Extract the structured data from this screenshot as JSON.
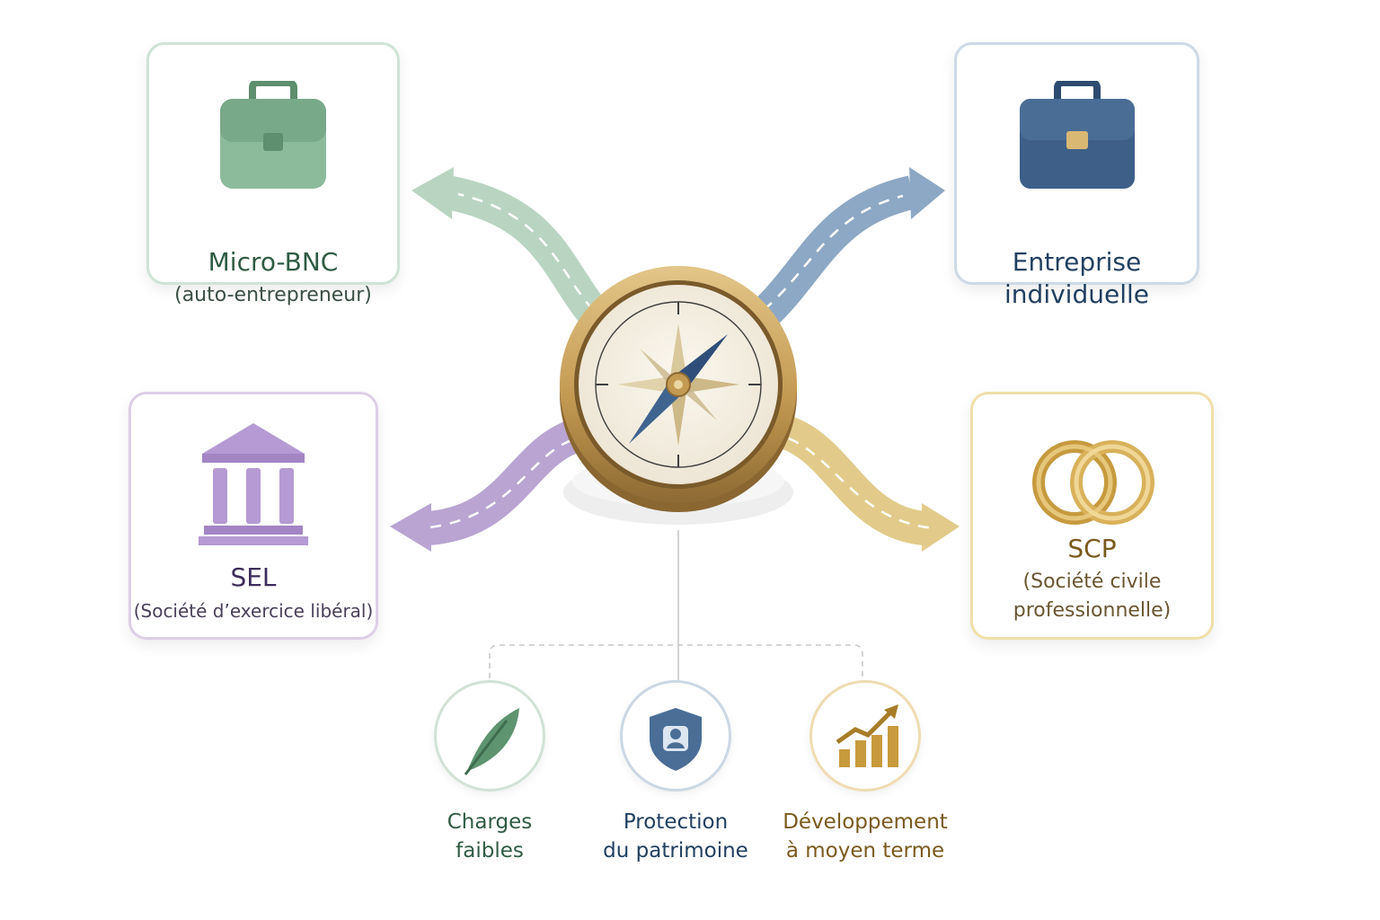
{
  "structures": {
    "micro_bnc": {
      "title": "Micro-BNC",
      "subtitle": "(auto-entrepreneur)",
      "color": "#7fae90",
      "icon": "briefcase-icon"
    },
    "entreprise_individuelle": {
      "title_line1": "Entreprise",
      "title_line2": "individuelle",
      "color": "#5b7fa6",
      "icon": "briefcase-icon"
    },
    "sel": {
      "title": "SEL",
      "subtitle": "(Société d’exercice libéral)",
      "color": "#a992c4",
      "icon": "bank-building-icon"
    },
    "scp": {
      "title": "SCP",
      "subtitle_line1": "(Société civile",
      "subtitle_line2": "professionnelle)",
      "color": "#d8b867",
      "icon": "linked-rings-icon"
    }
  },
  "criteria": [
    {
      "line1": "Charges",
      "line2": "faibles",
      "icon": "feather-icon",
      "color": "#5a8f6a"
    },
    {
      "line1": "Protection",
      "line2": "du patrimoine",
      "icon": "shield-user-icon",
      "color": "#3f6289"
    },
    {
      "line1": "Développement",
      "line2": "à moyen terme",
      "icon": "growth-chart-icon",
      "color": "#c79a3c"
    }
  ],
  "center": {
    "icon": "compass-icon",
    "ring_color": "#c9a35c"
  }
}
